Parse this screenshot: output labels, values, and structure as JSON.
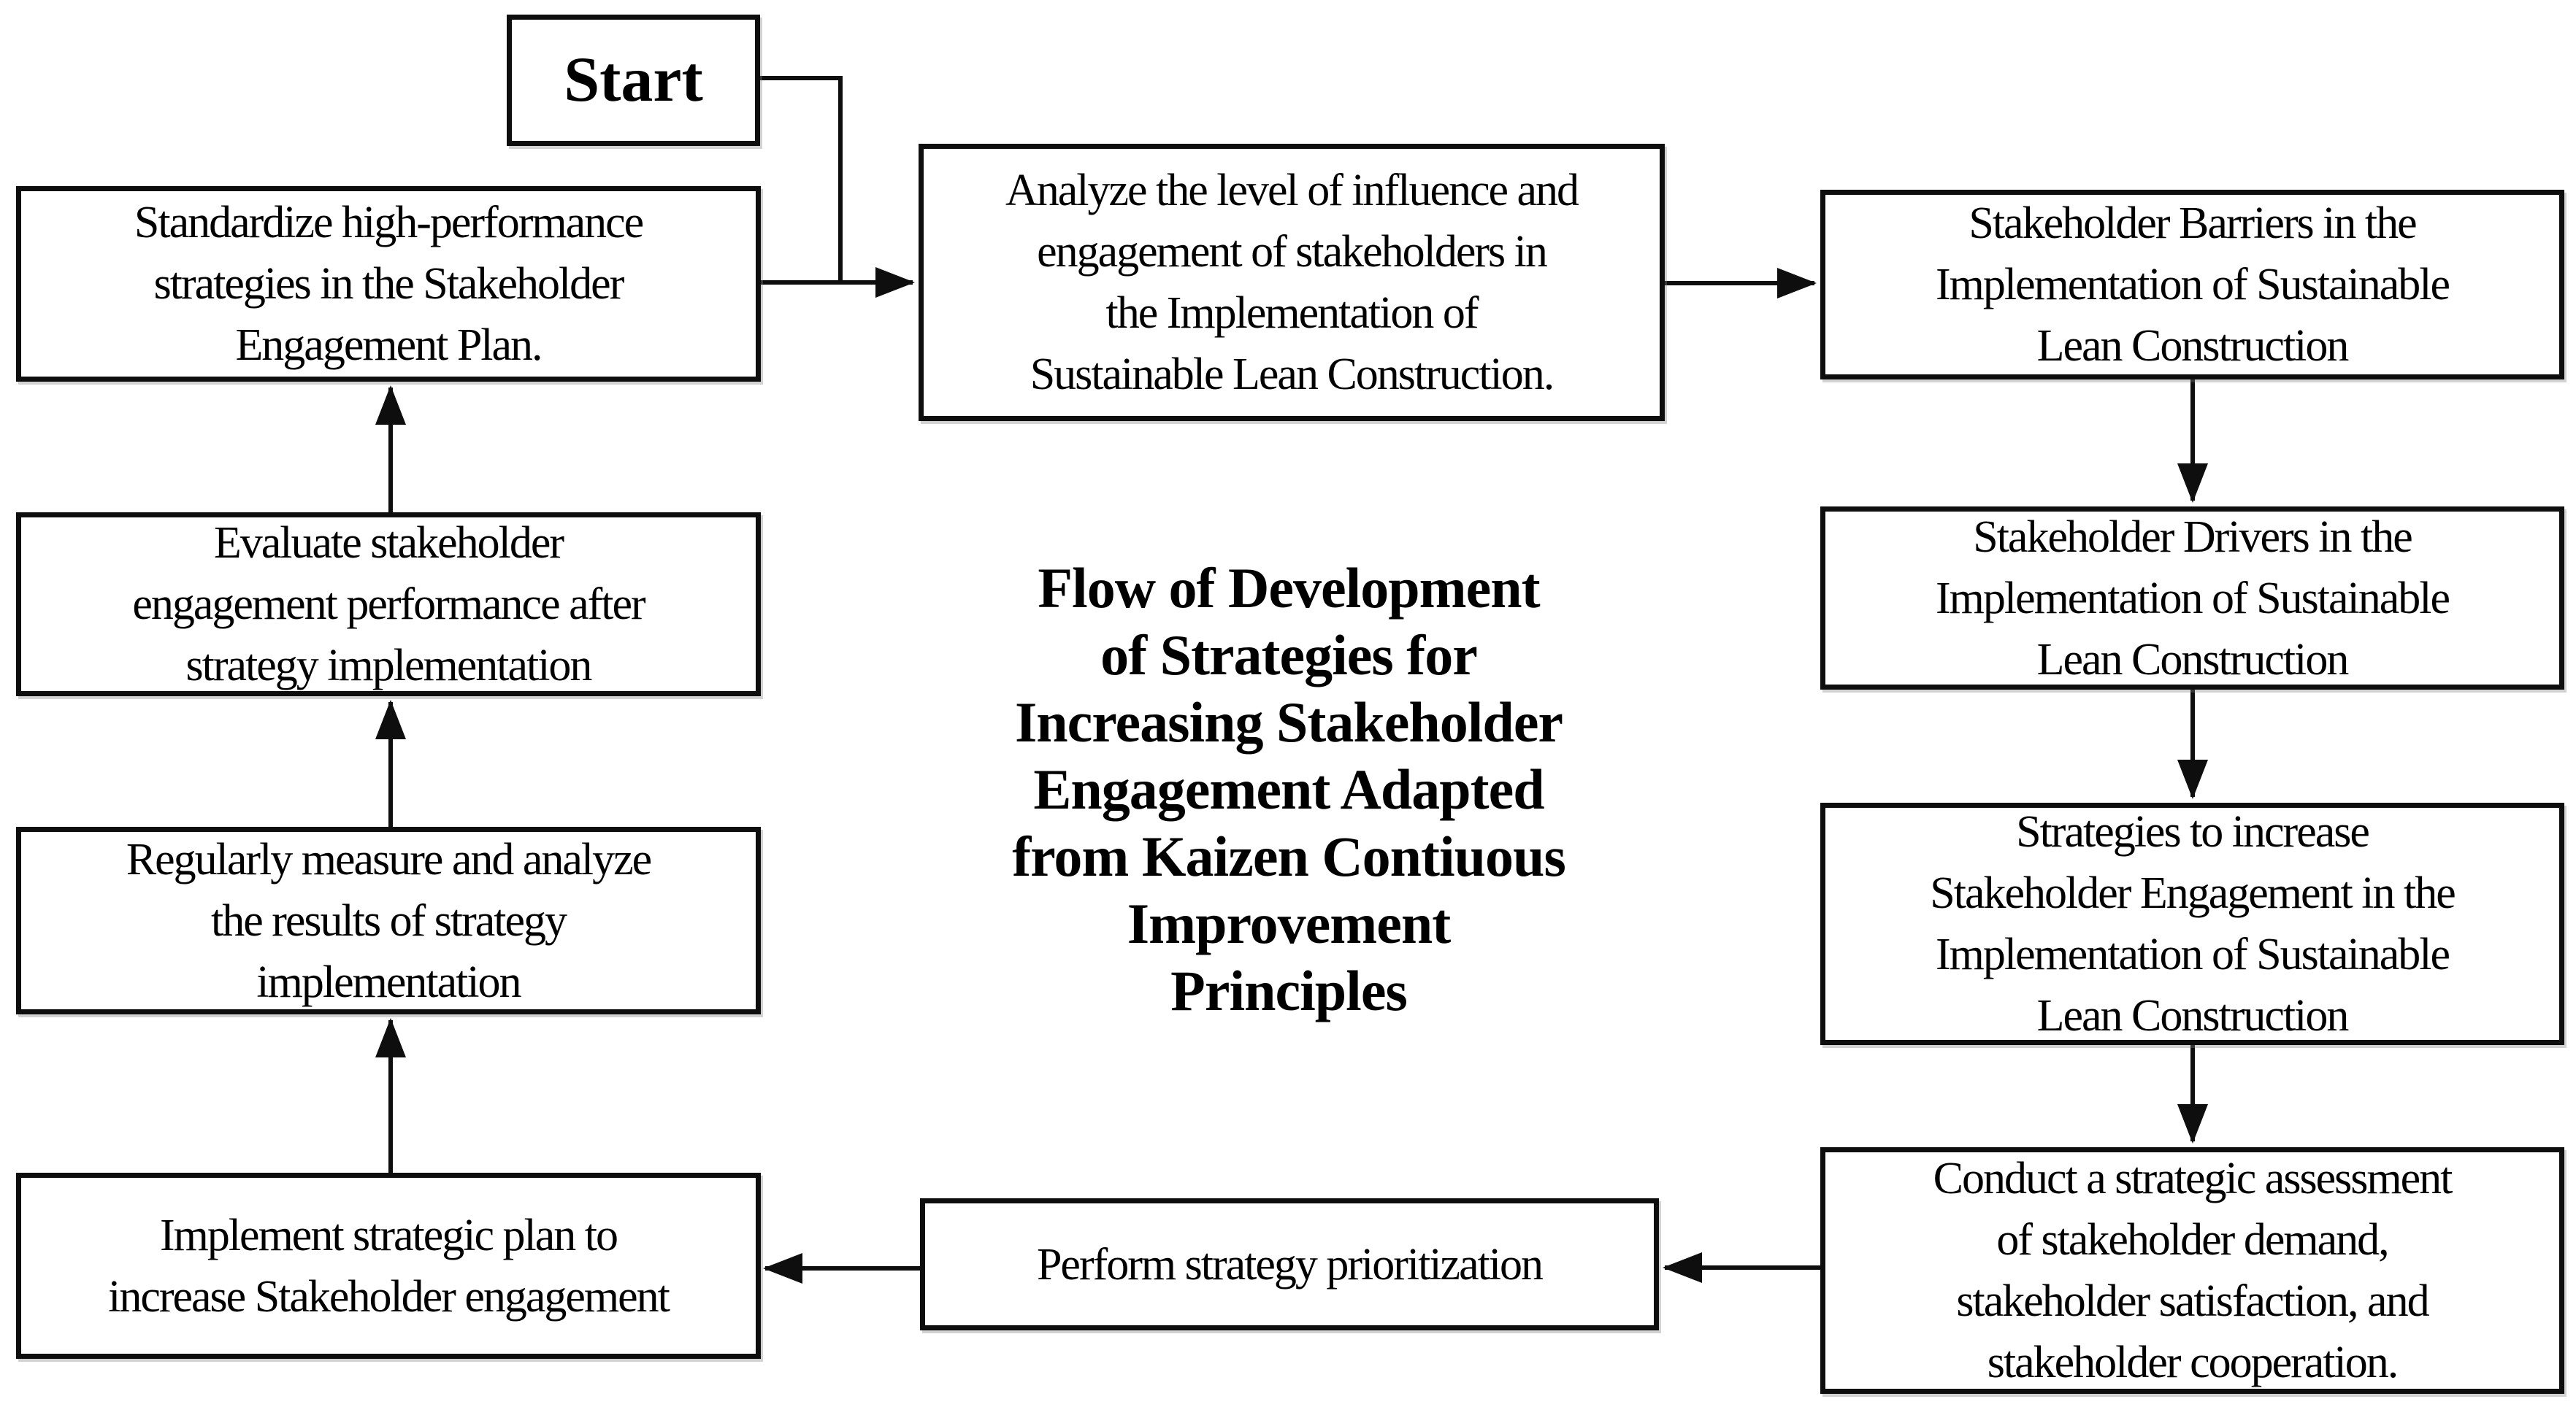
{
  "diagram": {
    "title": "Flow of Development\nof Strategies for\nIncreasing Stakeholder\nEngagement Adapted\nfrom Kaizen Contiuous\nImprovement\nPrinciples",
    "nodes": {
      "start": {
        "label": "Start"
      },
      "standardize": {
        "label": "Standardize high-performance\nstrategies in the Stakeholder\nEngagement Plan."
      },
      "evaluate": {
        "label": "Evaluate stakeholder\nengagement performance after\nstrategy implementation"
      },
      "measure": {
        "label": "Regularly measure and analyze\nthe results of strategy\nimplementation"
      },
      "implement": {
        "label": "Implement strategic plan to\nincrease Stakeholder engagement"
      },
      "analyze": {
        "label": "Analyze the level of influence and\nengagement of stakeholders in\nthe Implementation of\nSustainable Lean Construction."
      },
      "perform": {
        "label": "Perform strategy prioritization"
      },
      "barriers": {
        "label": "Stakeholder Barriers in the\nImplementation of Sustainable\nLean Construction"
      },
      "drivers": {
        "label": "Stakeholder Drivers in the\nImplementation of Sustainable\nLean Construction"
      },
      "strategies": {
        "label": "Strategies to increase\nStakeholder Engagement in the\nImplementation of Sustainable\nLean Construction"
      },
      "conduct": {
        "label": "Conduct a strategic assessment\nof stakeholder demand,\nstakeholder satisfaction, and\nstakeholder cooperation."
      }
    },
    "edges": [
      {
        "from": "start",
        "to": "analyze"
      },
      {
        "from": "standardize",
        "to": "analyze"
      },
      {
        "from": "analyze",
        "to": "barriers"
      },
      {
        "from": "barriers",
        "to": "drivers"
      },
      {
        "from": "drivers",
        "to": "strategies"
      },
      {
        "from": "strategies",
        "to": "conduct"
      },
      {
        "from": "conduct",
        "to": "perform"
      },
      {
        "from": "perform",
        "to": "implement"
      },
      {
        "from": "implement",
        "to": "measure"
      },
      {
        "from": "measure",
        "to": "evaluate"
      },
      {
        "from": "evaluate",
        "to": "standardize"
      }
    ],
    "colors": {
      "line": "#0e0e0e",
      "box_border": "#0e0e0e",
      "background": "#ffffff",
      "text": "#000000"
    }
  }
}
